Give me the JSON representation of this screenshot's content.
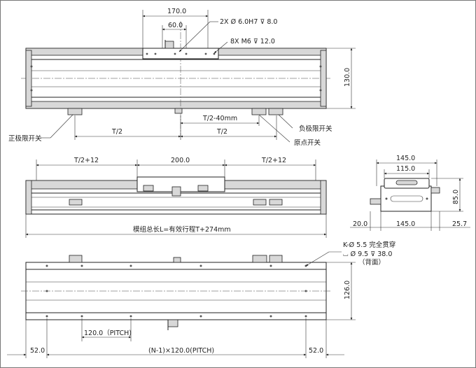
{
  "top_view": {
    "dim_170": "170.0",
    "dim_60": "60.0",
    "callout_pin_holes": "2X Ø 6.0H7 ⊽ 8.0",
    "callout_tapped_holes": "8X M6 ⊽ 12.0",
    "dim_height": "130.0",
    "dim_half_left": "T/2",
    "dim_half_40": "T/2-40mm",
    "dim_half_right": "T/2",
    "label_pos_limit": "正极限开关",
    "label_neg_limit": "负极限开关",
    "label_origin": "原点开关"
  },
  "side_view": {
    "dim_left": "T/2+12",
    "dim_carriage": "200.0",
    "dim_right": "T/2+12",
    "dim_total": "模组总长L=有效行程T+274mm"
  },
  "end_view": {
    "dim_145_top": "145.0",
    "dim_115": "115.0",
    "dim_85": "85.0",
    "dim_20": "20.0",
    "dim_145_bottom": "145.0",
    "dim_25_7": "25.7"
  },
  "bottom_view": {
    "note_through_holes": "K-Ø 5.5 完全贯穿",
    "note_counterbore": "⌴ Ø 9.5 ⊽ 38.0",
    "note_back": "（背面）",
    "dim_height": "126.0",
    "dim_pitch": "120.0（PITCH)",
    "dim_left_52": "52.0",
    "dim_n_pitch": "(N-1)×120.0(PITCH)",
    "dim_right_52": "52.0"
  }
}
